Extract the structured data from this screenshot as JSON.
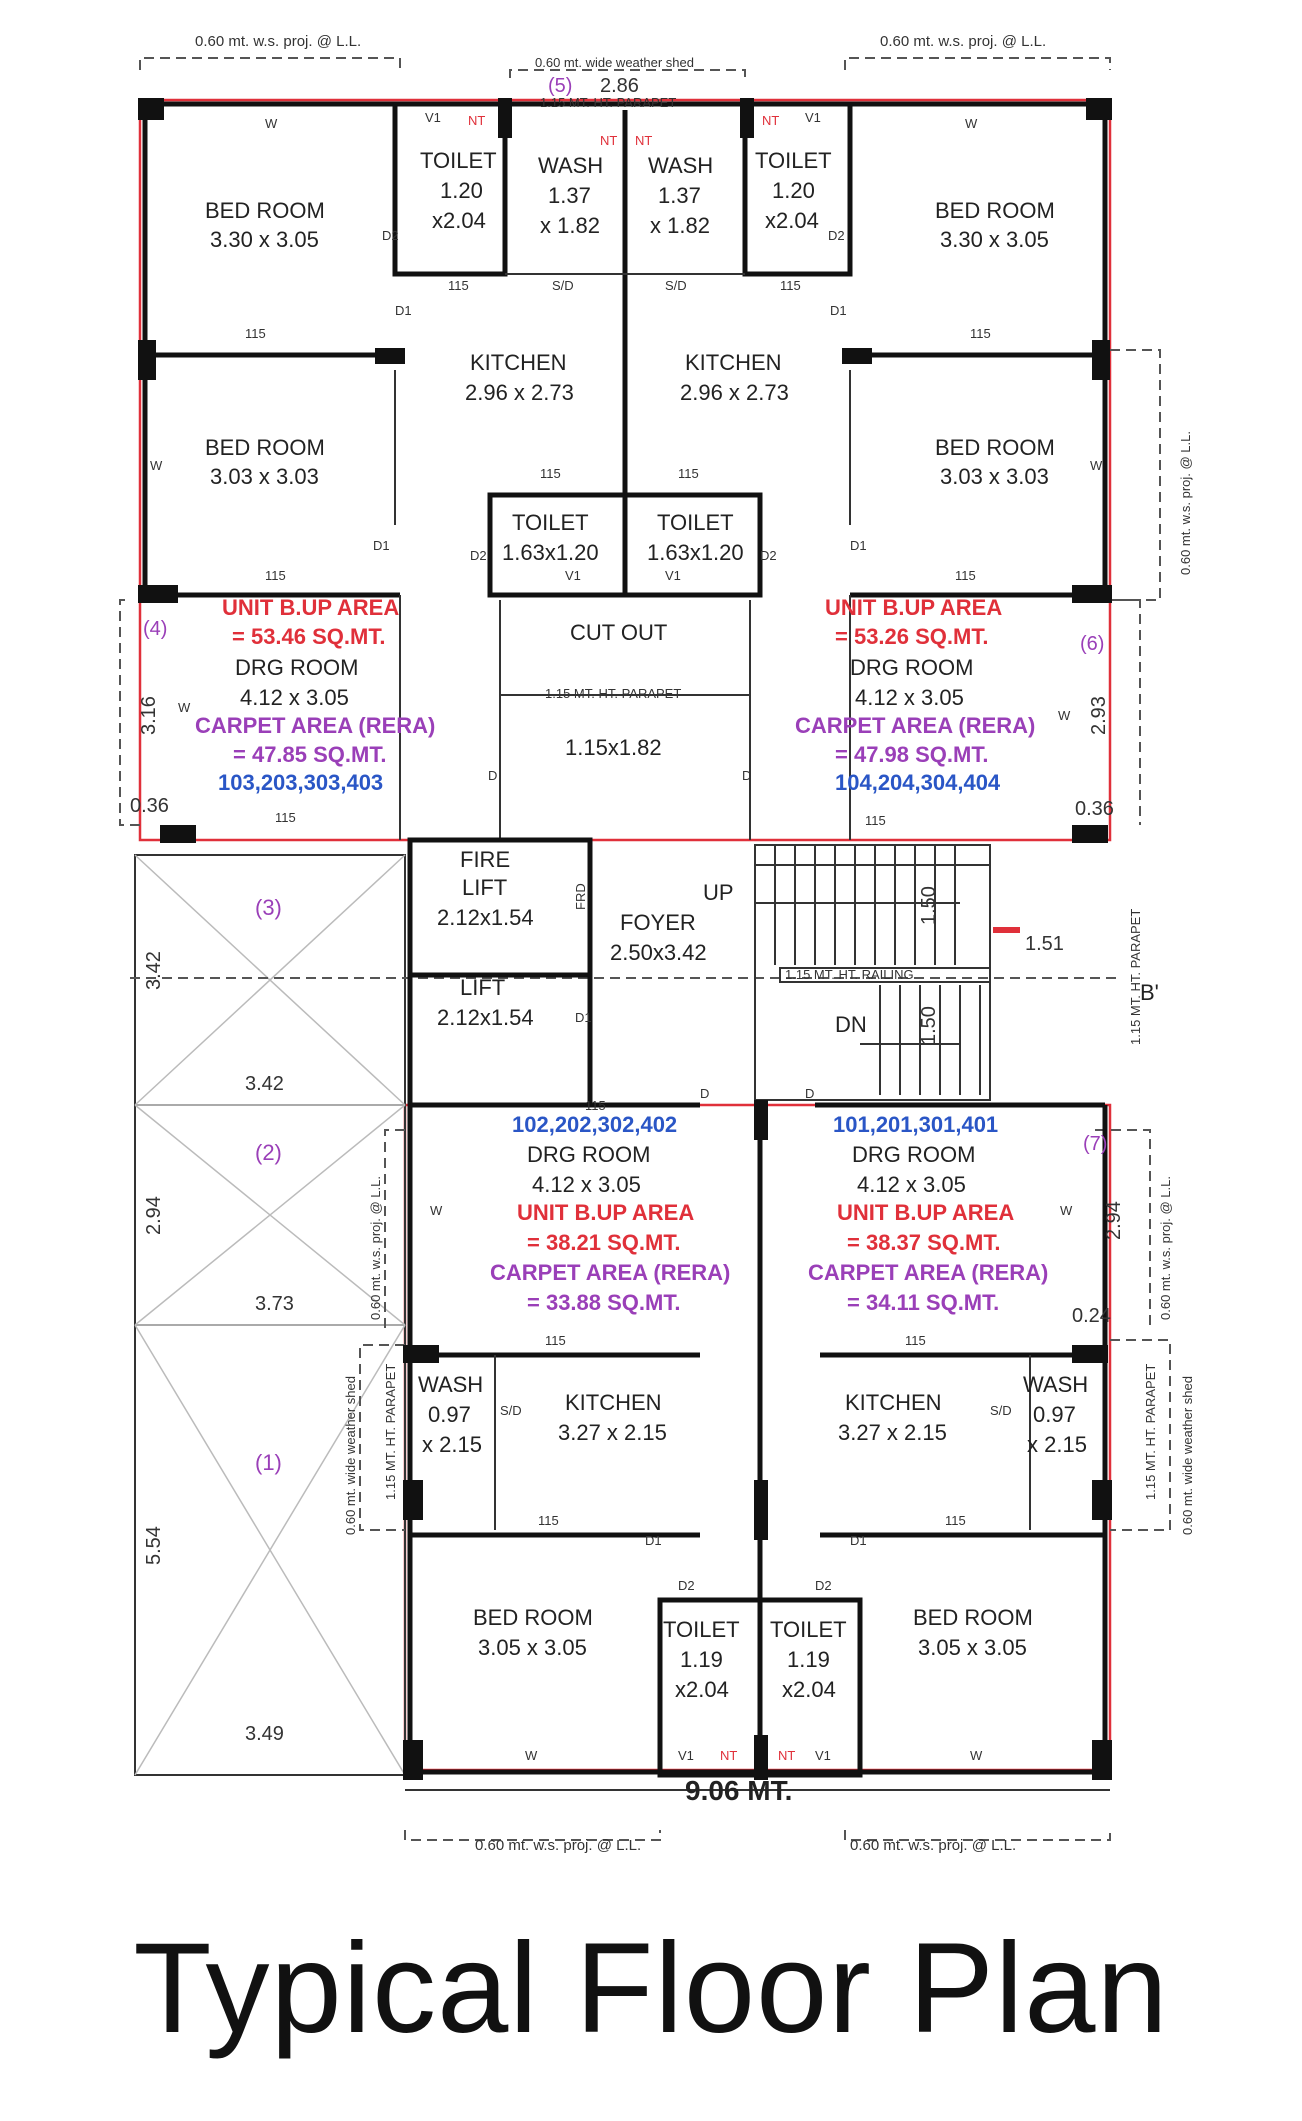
{
  "title": "Typical Floor Plan",
  "projections": {
    "top_left": "0.60 mt. w.s. proj. @ L.L.",
    "top_right": "0.60 mt. w.s. proj. @ L.L.",
    "top_center": "0.60 mt. wide weather shed",
    "top_parapet": "1.15 MT. HT. PARAPET",
    "right_upper": "0.60 mt. w.s. proj. @ L.L.",
    "right_lower": "0.60 mt. w.s. proj. @ L.L.",
    "right_shed": "0.60 mt. wide weather shed",
    "left_lower": "0.60 mt. w.s. proj. @ L.L.",
    "left_shed": "0.60 mt. wide weather shed",
    "bottom_left": "0.60 mt. w.s. proj. @ L.L.",
    "bottom_right": "0.60 mt. w.s. proj. @ L.L.",
    "right_parapet": "1.15 MT. HT. PARAPET",
    "left_parapet": "1.15 MT. HT. PARAPET"
  },
  "dimensions": {
    "width_total": "9.06 MT.",
    "top_gap": "2.86",
    "d342a": "3.42",
    "d342b": "3.42",
    "d294a": "2.94",
    "d373": "3.73",
    "d554": "5.54",
    "d349": "3.49",
    "d316": "3.16",
    "d036a": "0.36",
    "d293": "2.93",
    "d036b": "0.36",
    "d294b": "2.94",
    "d024": "0.24",
    "d151": "1.51",
    "d150a": "1.50",
    "d150b": "1.50",
    "wall": "115"
  },
  "markers": {
    "m1": "(1)",
    "m2": "(2)",
    "m3": "(3)",
    "m4": "(4)",
    "m5": "(5)",
    "m6": "(6)",
    "m7": "(7)",
    "b": "B'"
  },
  "rooms": {
    "bed_tl": {
      "name": "BED ROOM",
      "size": "3.30 x 3.05"
    },
    "bed_tr": {
      "name": "BED ROOM",
      "size": "3.30 x 3.05"
    },
    "toilet_tl": {
      "name": "TOILET",
      "size1": "1.20",
      "size2": "x2.04"
    },
    "toilet_tr": {
      "name": "TOILET",
      "size1": "1.20",
      "size2": "x2.04"
    },
    "wash_tl": {
      "name": "WASH",
      "size1": "1.37",
      "size2": "x 1.82"
    },
    "wash_tr": {
      "name": "WASH",
      "size1": "1.37",
      "size2": "x 1.82"
    },
    "kitchen_tl": {
      "name": "KITCHEN",
      "size": "2.96 x 2.73"
    },
    "kitchen_tr": {
      "name": "KITCHEN",
      "size": "2.96 x 2.73"
    },
    "bed_ml": {
      "name": "BED ROOM",
      "size": "3.03 x 3.03"
    },
    "bed_mr": {
      "name": "BED ROOM",
      "size": "3.03 x 3.03"
    },
    "toilet_ml": {
      "name": "TOILET",
      "size": "1.63x1.20"
    },
    "toilet_mr": {
      "name": "TOILET",
      "size": "1.63x1.20"
    },
    "cutout": "CUT OUT",
    "parapet_mid": "1.15 MT. HT. PARAPET",
    "lobby_small": "1.15x1.82",
    "fire_lift": {
      "name1": "FIRE",
      "name2": "LIFT",
      "size": "2.12x1.54"
    },
    "lift": {
      "name": "LIFT",
      "size": "2.12x1.54"
    },
    "foyer": {
      "name": "FOYER",
      "size": "2.50x3.42"
    },
    "stair_up": "UP",
    "stair_dn": "DN",
    "railing": "1.15 MT. HT. RAILING",
    "frd": "FRD",
    "kitchen_bl": {
      "name": "KITCHEN",
      "size": "3.27 x 2.15"
    },
    "kitchen_br": {
      "name": "KITCHEN",
      "size": "3.27 x 2.15"
    },
    "wash_bl": {
      "name": "WASH",
      "size1": "0.97",
      "size2": "x 2.15"
    },
    "wash_br": {
      "name": "WASH",
      "size1": "0.97",
      "size2": "x 2.15"
    },
    "bed_bl": {
      "name": "BED ROOM",
      "size": "3.05 x 3.05"
    },
    "bed_br": {
      "name": "BED ROOM",
      "size": "3.05 x 3.05"
    },
    "toilet_bl": {
      "name": "TOILET",
      "size1": "1.19",
      "size2": "x2.04"
    },
    "toilet_br": {
      "name": "TOILET",
      "size1": "1.19",
      "size2": "x2.04"
    }
  },
  "units": {
    "tl": {
      "bup1": "UNIT B.UP AREA",
      "bup2": "= 53.46 SQ.MT.",
      "room": "DRG ROOM",
      "size": "4.12 x 3.05",
      "carpet1": "CARPET AREA (RERA)",
      "carpet2": "= 47.85 SQ.MT.",
      "numbers": "103,203,303,403"
    },
    "tr": {
      "bup1": "UNIT B.UP AREA",
      "bup2": "= 53.26 SQ.MT.",
      "room": "DRG ROOM",
      "size": "4.12 x 3.05",
      "carpet1": "CARPET AREA (RERA)",
      "carpet2": "= 47.98 SQ.MT.",
      "numbers": "104,204,304,404"
    },
    "bl": {
      "numbers": "102,202,302,402",
      "room": "DRG ROOM",
      "size": "4.12 x 3.05",
      "bup1": "UNIT B.UP AREA",
      "bup2": "= 38.21 SQ.MT.",
      "carpet1": "CARPET AREA (RERA)",
      "carpet2": "= 33.88 SQ.MT."
    },
    "br": {
      "numbers": "101,201,301,401",
      "room": "DRG ROOM",
      "size": "4.12 x 3.05",
      "bup1": "UNIT B.UP AREA",
      "bup2": "= 38.37 SQ.MT.",
      "carpet1": "CARPET AREA (RERA)",
      "carpet2": "= 34.11 SQ.MT."
    }
  },
  "labels": {
    "W": "W",
    "V1": "V1",
    "D1": "D1",
    "D2": "D2",
    "D": "D",
    "SD": "S/D",
    "NT": "NT"
  }
}
